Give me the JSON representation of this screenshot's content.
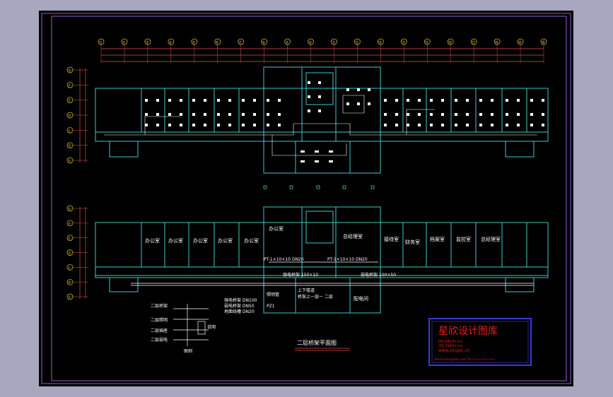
{
  "drawing": {
    "title": "二层桥架平面图",
    "colors": {
      "background": "#a7a7bf",
      "sheet": "#000000",
      "border": "#8f5fcf",
      "wall": "#3fc9c9",
      "dimension": "#e0504a",
      "grid_bubble": "#e0c53a",
      "circuit": "#ffffff",
      "tray": "#ffffff",
      "stamp_border": "#3b3bd0",
      "stamp_text": "#e02020"
    },
    "top_axis": [
      "①",
      "②",
      "③",
      "④",
      "⑤",
      "⑥",
      "⑦",
      "⑧",
      "⑨",
      "⑩",
      "⑪",
      "⑫",
      "⑬",
      "⑭",
      "⑮",
      "⑯",
      "⑰",
      "⑱",
      "⑲",
      "⑳"
    ],
    "left_axis_upper": [
      "Ⓖ",
      "Ⓕ",
      "Ⓔ",
      "Ⓓ",
      "Ⓒ",
      "Ⓑ",
      "Ⓐ"
    ],
    "left_axis_lower": [
      "Ⓖ",
      "Ⓕ",
      "Ⓔ",
      "Ⓓ",
      "Ⓒ",
      "Ⓑ",
      "Ⓐ"
    ],
    "rooms": {
      "office": "办公室",
      "office_b": "办公室",
      "meeting": "总经理室",
      "reception": "接待室",
      "finance": "财务室",
      "archive": "档案室",
      "monitor": "监控室",
      "elec": "配电间"
    },
    "tray_labels": {
      "tray_left": "PT-1×10×10 DN20",
      "tray_right": "PT-1×10×10 DN20",
      "main_tray": "强电桥架 150×10",
      "weak_tray": "弱电桥架 100×50",
      "note_a": "强电桥架 DN100",
      "note_b": "弱电桥架 DN50",
      "note_c": "地面线槽 DN20",
      "note_d": "照明管",
      "note_e": "PZ1",
      "stair_text": "上下楼道",
      "stair_text2": "桥架上一层一 二层"
    },
    "legend": {
      "items": [
        "二层桥架",
        "二层照明",
        "二层插座",
        "二层弱电"
      ],
      "right_label": "说明",
      "bottom_label": "图例"
    },
    "stamp": {
      "title": "星欣设计图库",
      "line1": "QQ:4419×××",
      "line2": "QQ:2944×××",
      "url": "www.xingxc.cn",
      "footer": "Email:xxxx@163.com  TEL:13××××××××"
    }
  }
}
